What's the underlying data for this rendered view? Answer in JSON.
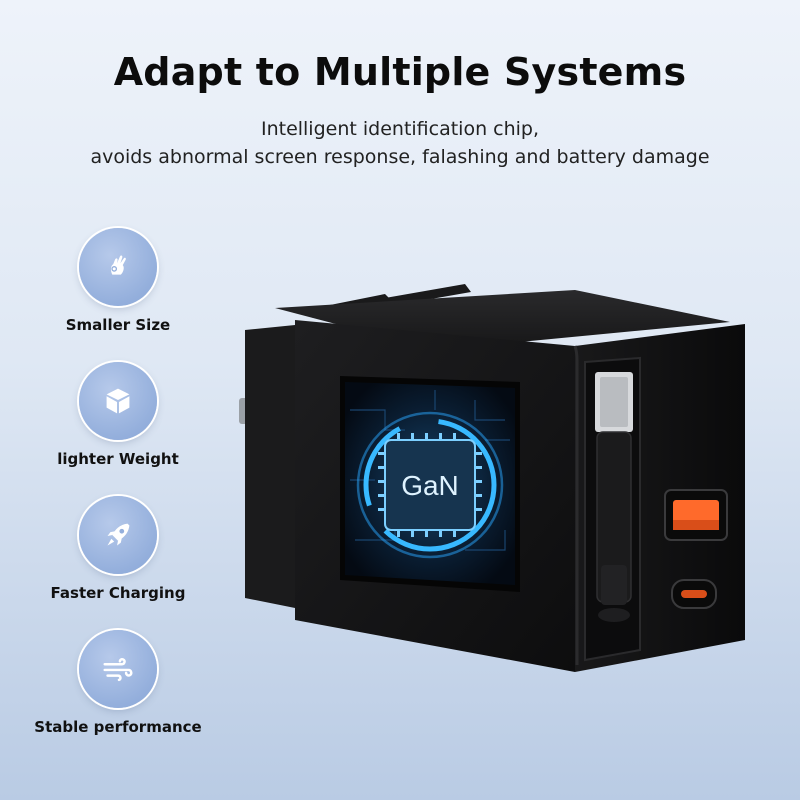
{
  "header": {
    "title": "Adapt to Multiple Systems",
    "subtitle_line1": "Intelligent identification chip,",
    "subtitle_line2": "avoids abnormal screen response, falashing and battery damage"
  },
  "features": [
    {
      "label": "Smaller Size",
      "icon": "hand-size-icon"
    },
    {
      "label": "lighter Weight",
      "icon": "cube-icon"
    },
    {
      "label": "Faster Charging",
      "icon": "rocket-icon"
    },
    {
      "label": "Stable performance",
      "icon": "wind-icon"
    }
  ],
  "product": {
    "chip_label": "GaN",
    "accent_color": "#2aa7ff",
    "usb_a_color": "#ff6a2b"
  },
  "colors": {
    "icon_circle": "#94afdc",
    "background": "#dfe8f4"
  }
}
